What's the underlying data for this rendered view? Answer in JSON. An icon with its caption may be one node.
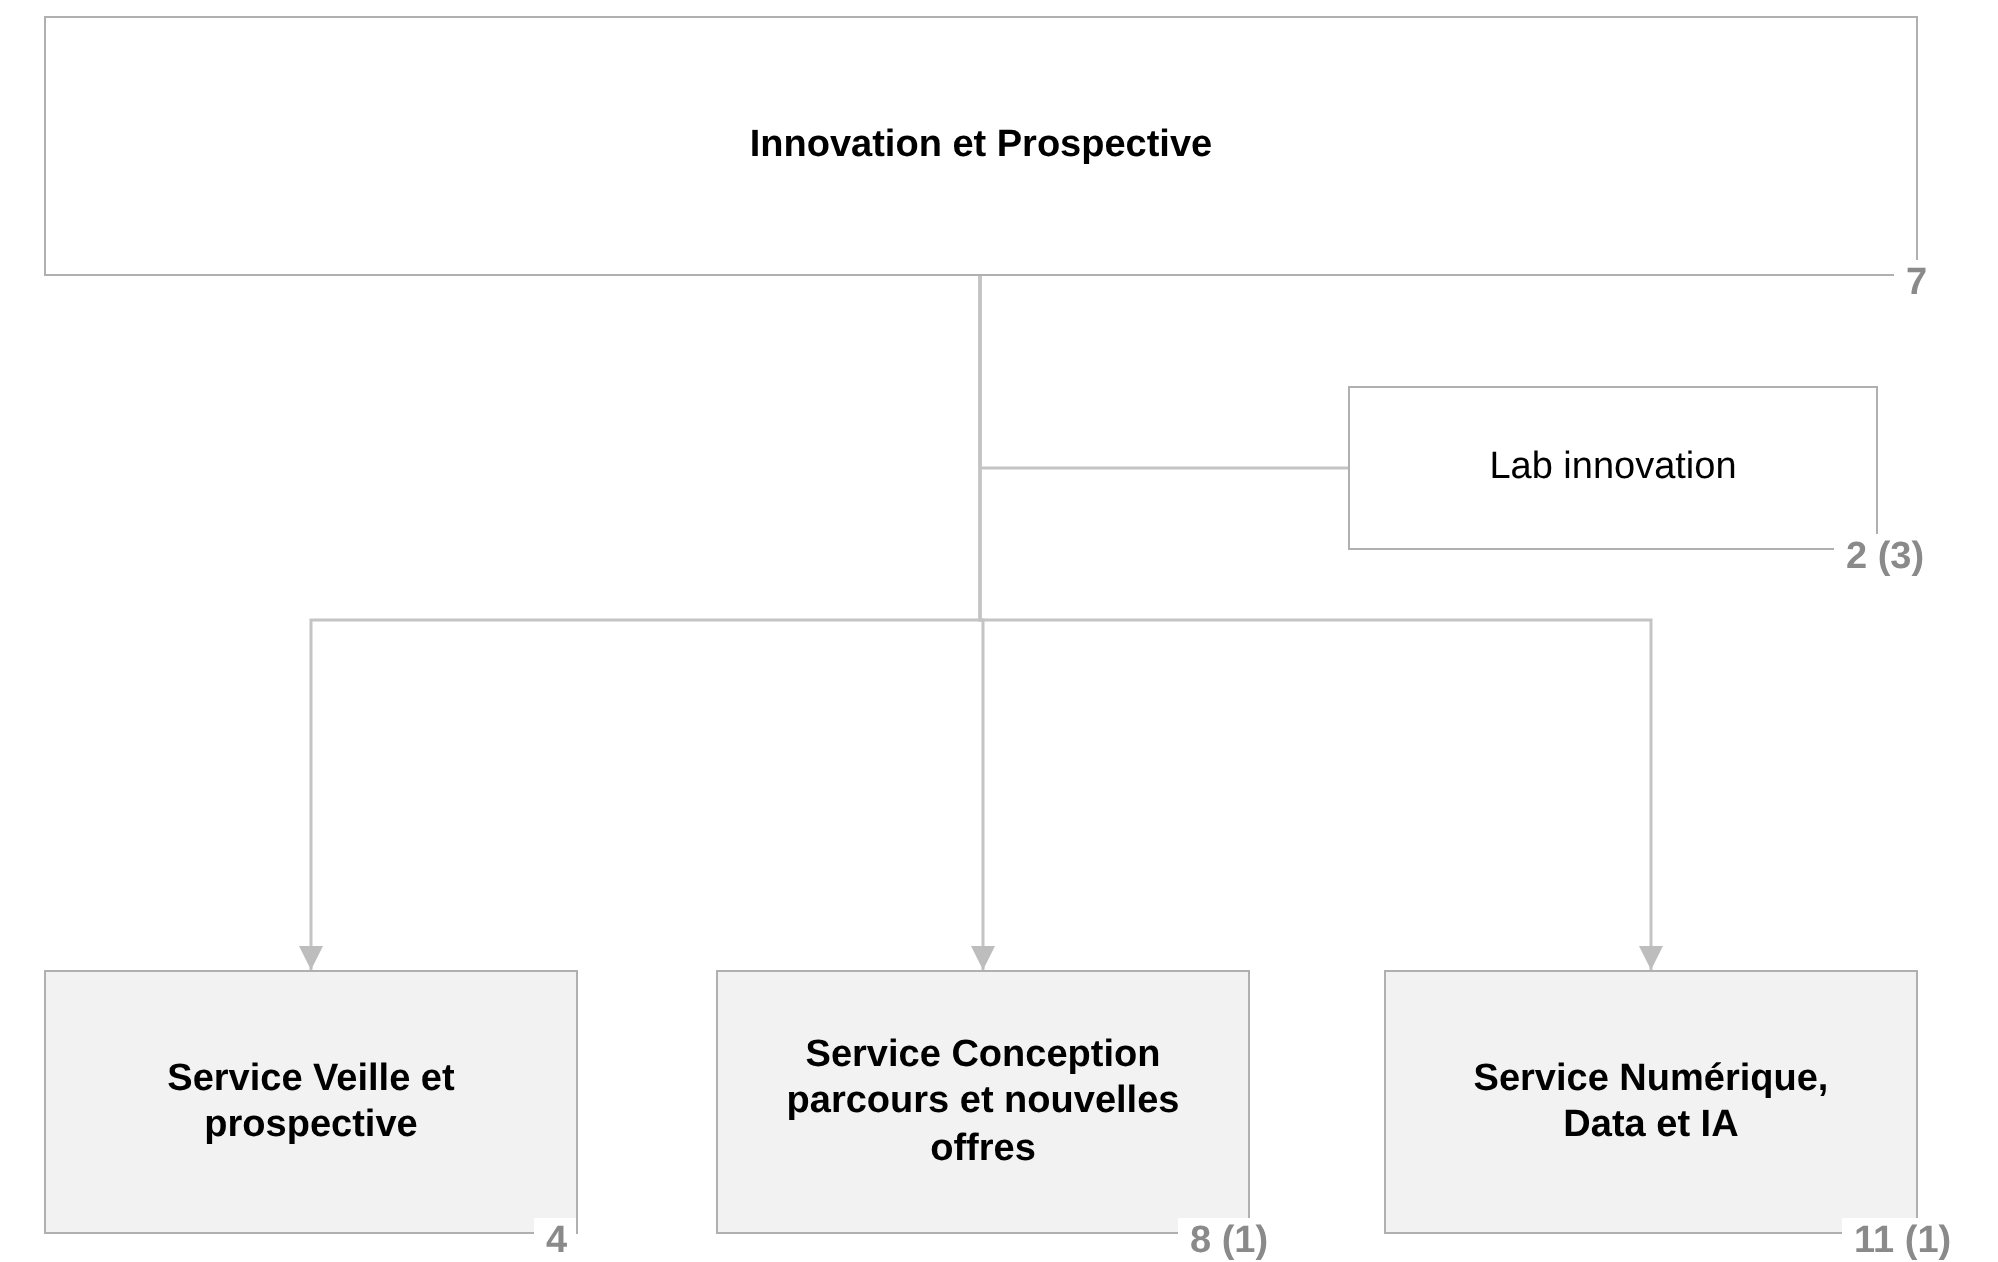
{
  "diagram": {
    "nodes": [
      {
        "text": [
          "Innovation et Prospective"
        ],
        "beside": [
          "7"
        ]
      },
      {
        "text": [
          "Lab innovation"
        ],
        "beside": [
          "2 (3)"
        ]
      },
      {
        "text": [
          "Service Veille et prospective"
        ],
        "beside": [
          "4"
        ]
      },
      {
        "text": [
          "Service Conception parcours et nouvelles offres"
        ],
        "beside": [
          "8 (1)"
        ]
      },
      {
        "text": [
          "Service Numérique, Data et IA"
        ],
        "beside": [
          "11 (1)"
        ]
      }
    ],
    "edges": [
      {
        "from": 0,
        "to": 1,
        "arrow": "none"
      },
      {
        "from": 0,
        "to": 2,
        "arrow": "to"
      },
      {
        "from": 0,
        "to": 3,
        "arrow": "to"
      },
      {
        "from": 0,
        "to": 4,
        "arrow": "to"
      }
    ]
  }
}
